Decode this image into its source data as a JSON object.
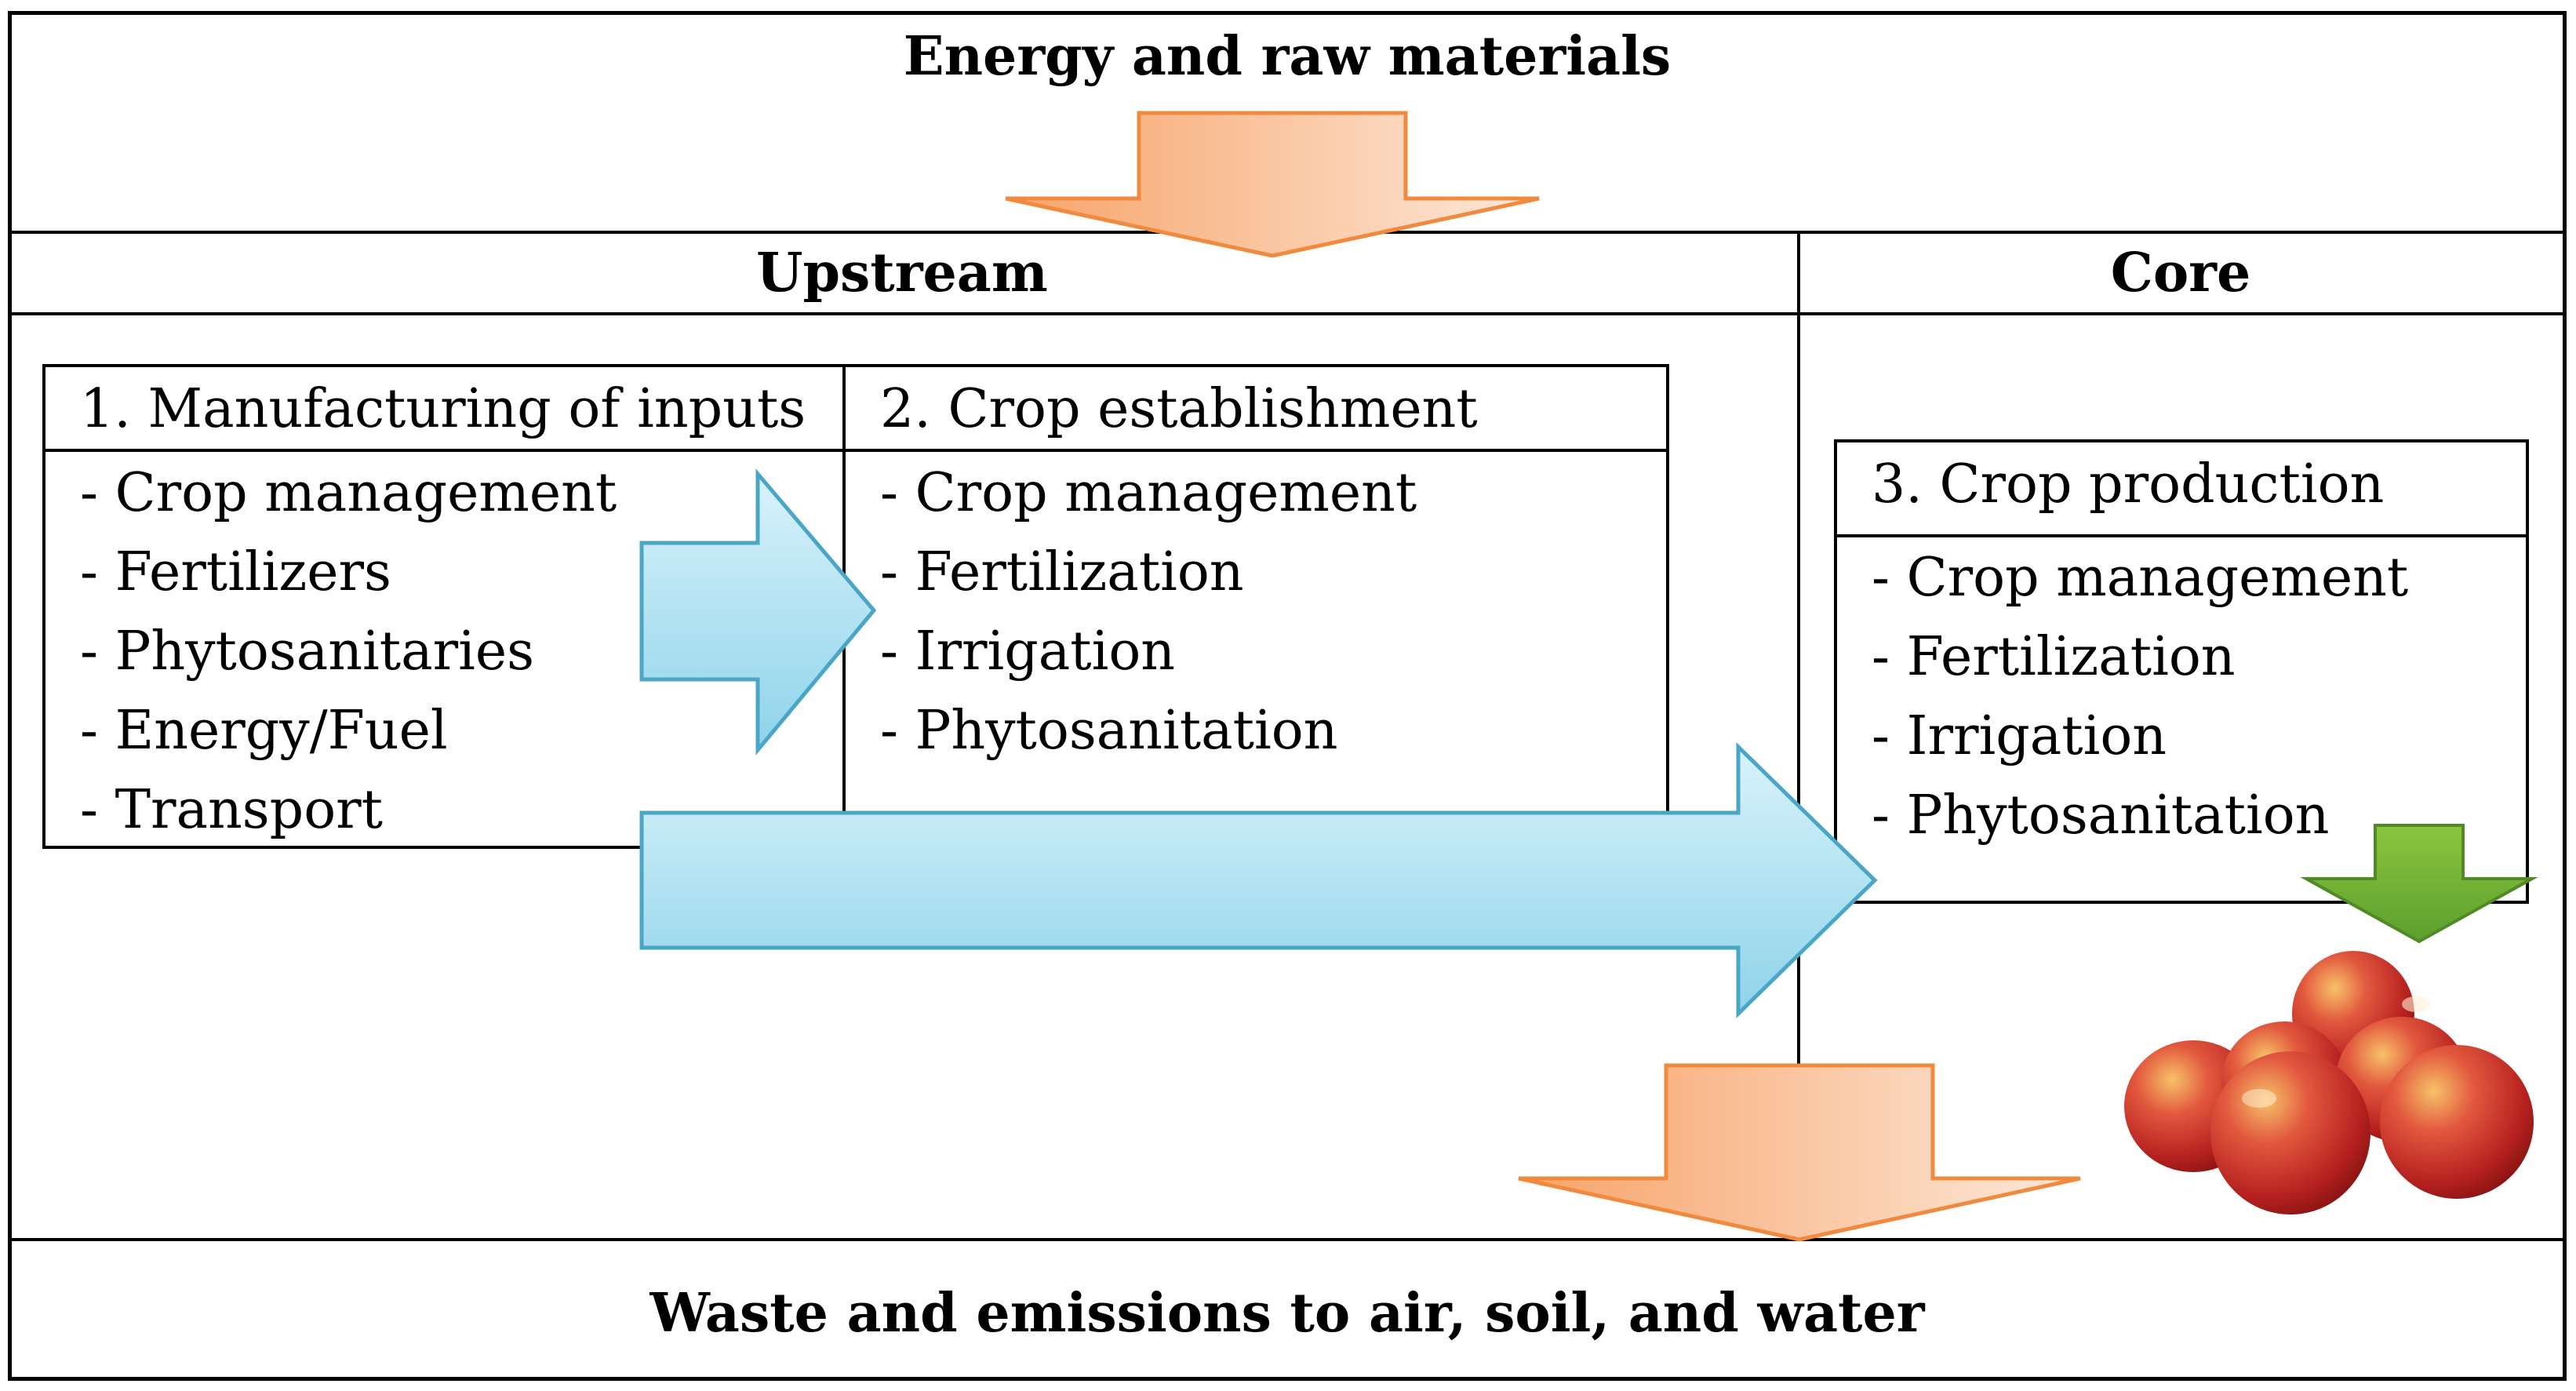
{
  "top_section": {
    "title": "Energy and raw materials"
  },
  "upstream": {
    "title": "Upstream"
  },
  "core": {
    "title": "Core"
  },
  "bottom_section": {
    "title": "Waste and emissions to air, soil, and water"
  },
  "stages": [
    {
      "title": "1. Manufacturing of inputs",
      "items": [
        "- Crop management",
        "- Fertilizers",
        "- Phytosanitaries",
        "- Energy/Fuel",
        "- Transport"
      ]
    },
    {
      "title": "2. Crop establishment",
      "items": [
        "- Crop management",
        "- Fertilization",
        "- Irrigation",
        "- Phytosanitation"
      ]
    },
    {
      "title": "3. Crop production",
      "items": [
        "- Crop management",
        "- Fertilization",
        "- Irrigation",
        "- Phytosanitation"
      ]
    }
  ],
  "colors": {
    "input_output_arrow": "#f7a368",
    "flow_arrow": "#6fc0dc",
    "harvest_arrow": "#6aa935",
    "fruit": "#c9302c"
  },
  "icons": {
    "input_arrow": "orange-down-arrow-icon",
    "output_arrow": "orange-down-arrow-icon",
    "flow_arrow": "blue-right-arrow-icon",
    "harvest_arrow": "green-down-arrow-icon",
    "fruit": "nectarines-icon"
  }
}
